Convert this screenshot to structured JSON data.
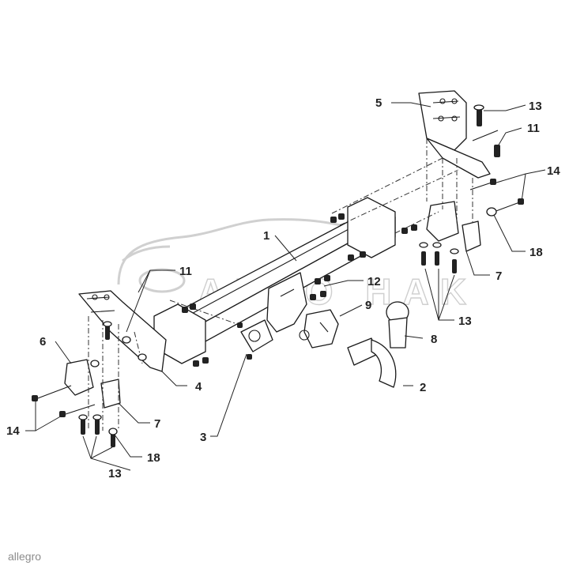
{
  "watermark": {
    "brand": "AUTO HAK",
    "tagline": ""
  },
  "footer": {
    "brand": "allegro"
  },
  "callouts": [
    {
      "id": "c1",
      "text": "1"
    },
    {
      "id": "c2",
      "text": "2"
    },
    {
      "id": "c3",
      "text": "3"
    },
    {
      "id": "c4",
      "text": "4"
    },
    {
      "id": "c5",
      "text": "5"
    },
    {
      "id": "c6",
      "text": "6"
    },
    {
      "id": "c7a",
      "text": "7"
    },
    {
      "id": "c7b",
      "text": "7"
    },
    {
      "id": "c8",
      "text": "8"
    },
    {
      "id": "c9",
      "text": "9"
    },
    {
      "id": "c11a",
      "text": "11"
    },
    {
      "id": "c11b",
      "text": "11"
    },
    {
      "id": "c12",
      "text": "12"
    },
    {
      "id": "c13a",
      "text": "13"
    },
    {
      "id": "c13b",
      "text": "13"
    },
    {
      "id": "c13c",
      "text": "13"
    },
    {
      "id": "c14a",
      "text": "14"
    },
    {
      "id": "c14b",
      "text": "14"
    },
    {
      "id": "c18a",
      "text": "18"
    },
    {
      "id": "c18b",
      "text": "18"
    }
  ]
}
